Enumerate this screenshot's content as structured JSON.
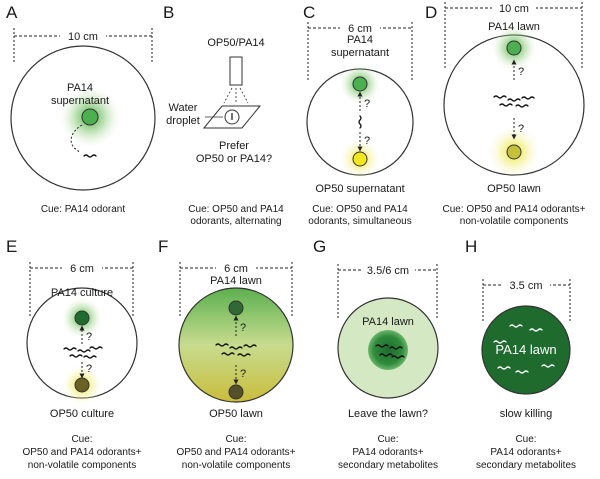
{
  "colors": {
    "pa14_green": "#2e9a3c",
    "pa14_dark": "#1b5e2a",
    "op50_yellow": "#efe41a",
    "op50_dark": "#6a6222",
    "lawn_light": "#d4e8c4",
    "lawn_dark": "#1f6b2e"
  },
  "panels": {
    "A": {
      "letter": "A",
      "measure": "10 cm",
      "label1": "PA14",
      "label2": "supernatant",
      "cue": "Cue: PA14 odorant"
    },
    "B": {
      "letter": "B",
      "top": "OP50/PA14",
      "water1": "Water",
      "water2": "droplet",
      "prefer1": "Prefer",
      "prefer2": "OP50 or PA14?",
      "cue1": "Cue: OP50 and PA14",
      "cue2": "odorants, alternating"
    },
    "C": {
      "letter": "C",
      "measure": "6 cm",
      "label1": "PA14",
      "label2": "supernatant",
      "q1": "?",
      "q2": "?",
      "bottom": "OP50 supernatant",
      "cue1": "Cue: OP50 and PA14",
      "cue2": "odorants, simultaneous"
    },
    "D": {
      "letter": "D",
      "measure": "10 cm",
      "top": "PA14 lawn",
      "q1": "?",
      "q2": "?",
      "bottom": "OP50 lawn",
      "cue1": "Cue: OP50 and PA14 odorants+",
      "cue2": "non-volatile components"
    },
    "E": {
      "letter": "E",
      "measure": "6 cm",
      "top": "PA14 culture",
      "q1": "?",
      "q2": "?",
      "bottom": "OP50 culture",
      "cue1": "Cue:",
      "cue2": "OP50 and PA14 odorants+",
      "cue3": "non-volatile components"
    },
    "F": {
      "letter": "F",
      "measure": "6 cm",
      "top": "PA14 lawn",
      "q1": "?",
      "q2": "?",
      "bottom": "OP50 lawn",
      "cue1": "Cue:",
      "cue2": "OP50 and PA14 odorants+",
      "cue3": "non-volatile components"
    },
    "G": {
      "letter": "G",
      "measure": "3.5/6 cm",
      "lawn": "PA14 lawn",
      "question": "Leave the lawn?",
      "cue1": "Cue:",
      "cue2": "PA14 odorants+",
      "cue3": "secondary metabolites"
    },
    "H": {
      "letter": "H",
      "measure": "3.5 cm",
      "lawn": "PA14 lawn",
      "question": "slow killing",
      "cue1": "Cue:",
      "cue2": "PA14 odorants+",
      "cue3": "secondary metabolites"
    }
  }
}
